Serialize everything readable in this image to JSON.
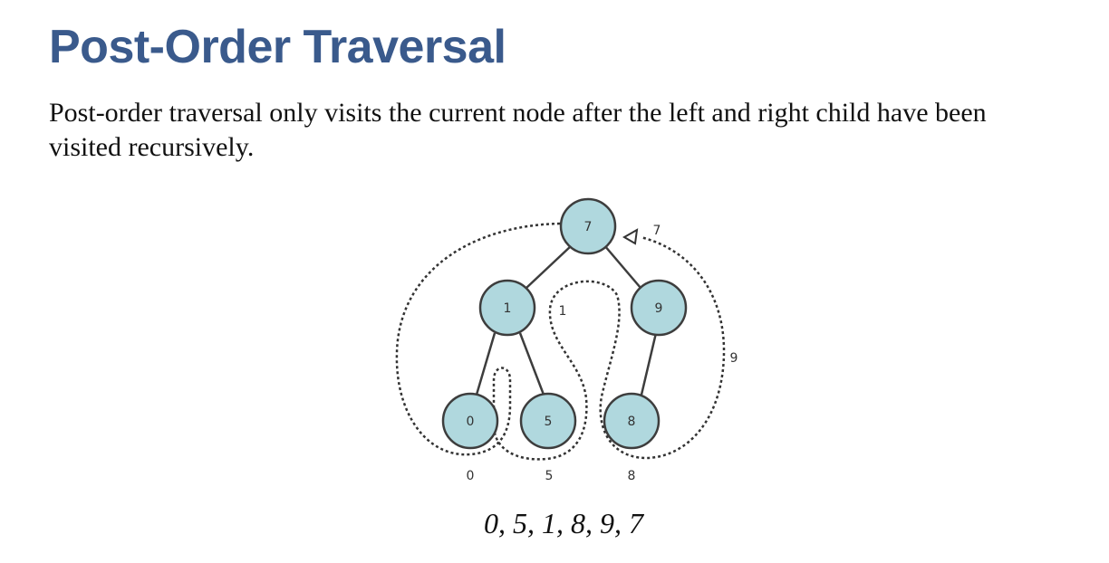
{
  "title": "Post-Order Traversal",
  "description": "Post-order traversal only visits the current node after the left and right child have been visited recursively.",
  "tree": {
    "nodes": {
      "root": "7",
      "left": "1",
      "right": "9",
      "left_left": "0",
      "left_right": "5",
      "right_left": "8"
    },
    "traversal_labels": {
      "n0": "0",
      "n5": "5",
      "n8": "8",
      "n1": "1",
      "n9": "9",
      "n7": "7"
    },
    "colors": {
      "node_fill": "#b0d8de",
      "node_stroke": "#3d3d3d"
    }
  },
  "result": "0, 5, 1, 8, 9, 7",
  "colors": {
    "title": "#3a5a8c"
  }
}
